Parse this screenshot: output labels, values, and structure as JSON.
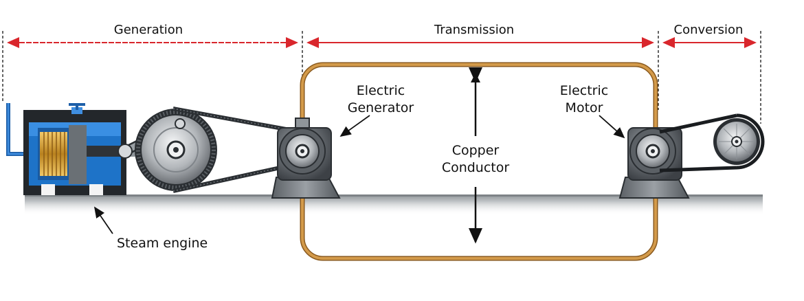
{
  "sections": {
    "generation": "Generation",
    "transmission": "Transmission",
    "conversion": "Conversion"
  },
  "callouts": {
    "generator_line1": "Electric",
    "generator_line2": "Generator",
    "motor_line1": "Electric",
    "motor_line2": "Motor",
    "conductor_line1": "Copper",
    "conductor_line2": "Conductor",
    "steam_engine": "Steam engine"
  },
  "colors": {
    "dimension_arrow": "#d9262c",
    "copper_wire": "#c98a3b",
    "engine_blue": "#1e73c8",
    "coil_gold": "#d9a437",
    "machine_gray": "#6f7479",
    "ground": "#9ea3a7"
  }
}
